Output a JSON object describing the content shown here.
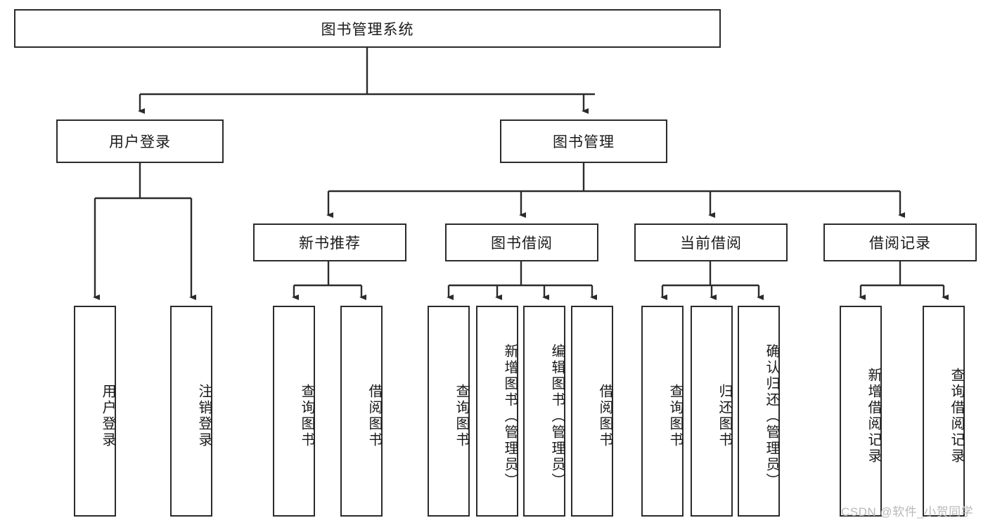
{
  "diagram": {
    "title": "图书管理系统",
    "type": "tree-hierarchy-flowchart",
    "colors": {
      "box_border": "#2b2b2b",
      "box_fill": "#ffffff",
      "connector": "#2b2b2b",
      "background": "#ffffff",
      "watermark": "#b9b9b9"
    },
    "root": {
      "label": "图书管理系统"
    },
    "level2": [
      {
        "label": "用户登录"
      },
      {
        "label": "图书管理"
      }
    ],
    "level3": [
      {
        "label": "新书推荐"
      },
      {
        "label": "图书借阅"
      },
      {
        "label": "当前借阅"
      },
      {
        "label": "借阅记录"
      }
    ],
    "leaves": [
      {
        "label": "用户登录",
        "parent": "用户登录"
      },
      {
        "label": "注销登录",
        "parent": "用户登录"
      },
      {
        "label": "查询图书",
        "parent": "新书推荐"
      },
      {
        "label": "借阅图书",
        "parent": "新书推荐"
      },
      {
        "label": "查询图书",
        "parent": "图书借阅"
      },
      {
        "label": "新增图书（管理员）",
        "parent": "图书借阅"
      },
      {
        "label": "编辑图书（管理员）",
        "parent": "图书借阅"
      },
      {
        "label": "借阅图书",
        "parent": "图书借阅"
      },
      {
        "label": "查询图书",
        "parent": "当前借阅"
      },
      {
        "label": "归还图书",
        "parent": "当前借阅"
      },
      {
        "label": "确认归还（管理员）",
        "parent": "当前借阅"
      },
      {
        "label": "新增借阅记录",
        "parent": "借阅记录"
      },
      {
        "label": "查询借阅记录",
        "parent": "借阅记录"
      }
    ]
  },
  "watermark": {
    "text": "CSDN @软件_小贺同学"
  }
}
